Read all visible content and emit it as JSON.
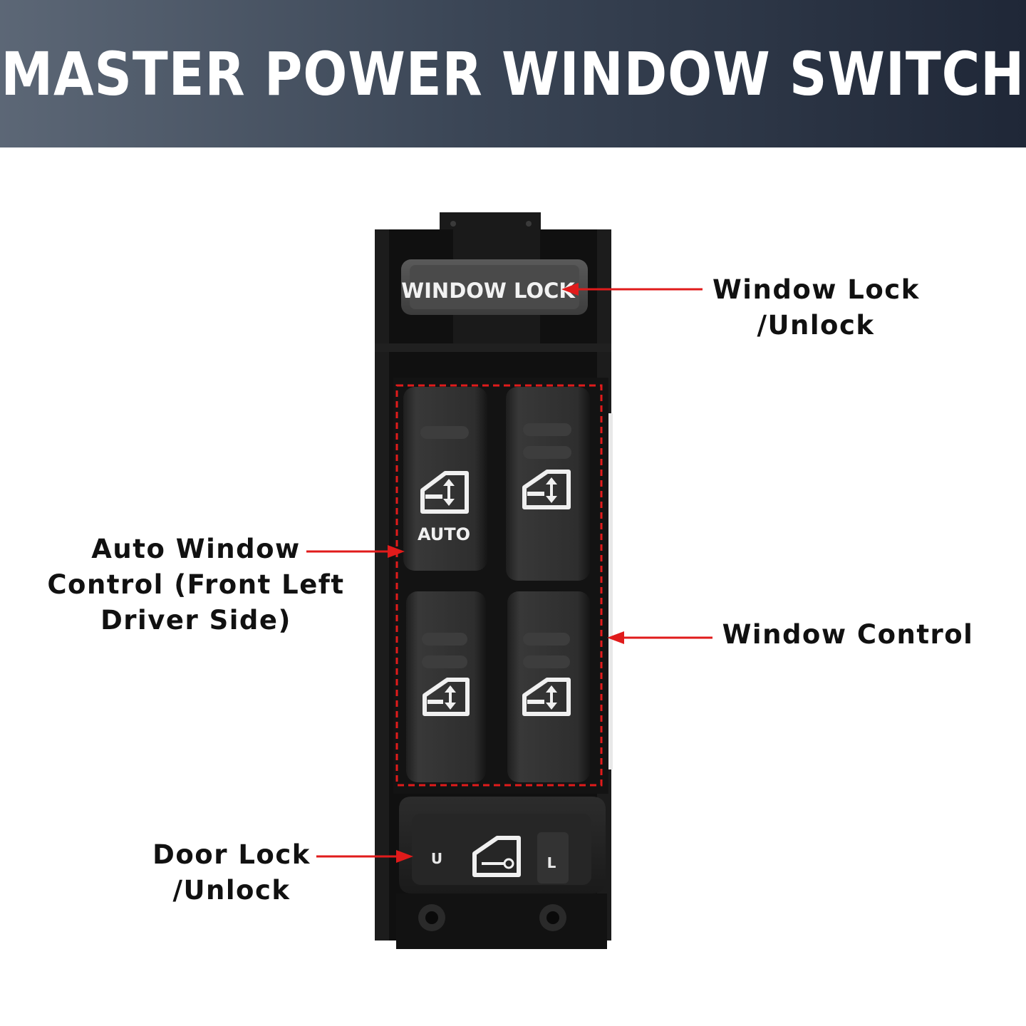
{
  "banner": {
    "title": "MASTER POWER WINDOW SWITCH"
  },
  "switch": {
    "window_lock_button": "WINDOW LOCK",
    "auto_label": "AUTO",
    "door_lock_u": "U",
    "door_lock_l": "L"
  },
  "callouts": {
    "window_lock": {
      "line1": "Window Lock",
      "line2": "/Unlock"
    },
    "auto_window": {
      "line1": "Auto Window",
      "line2": "Control (Front Left",
      "line3": "Driver Side)"
    },
    "window_control": {
      "line1": "Window Control"
    },
    "door_lock": {
      "line1": "Door Lock",
      "line2": "/Unlock"
    }
  },
  "colors": {
    "banner_start": "#5c6776",
    "banner_end": "#1f2737",
    "arrow": "#e01b1b",
    "switch_body": "#141414",
    "rocker": "#2a2a2a"
  }
}
